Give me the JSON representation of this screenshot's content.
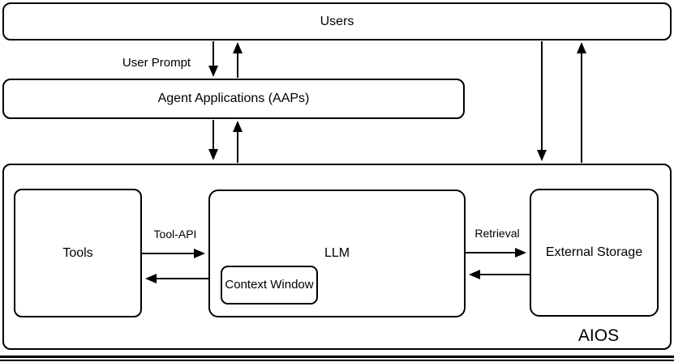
{
  "diagram": {
    "nodes": {
      "users": "Users",
      "agent_applications": "Agent Applications (AAPs)",
      "tools": "Tools",
      "llm": "LLM",
      "context_window": "Context Window",
      "external_storage": "External Storage",
      "aios": "AIOS"
    },
    "edge_labels": {
      "user_prompt": "User Prompt",
      "tool_api": "Tool-API",
      "retrieval": "Retrieval"
    },
    "colors": {
      "stroke": "#000000",
      "background": "#ffffff"
    }
  }
}
